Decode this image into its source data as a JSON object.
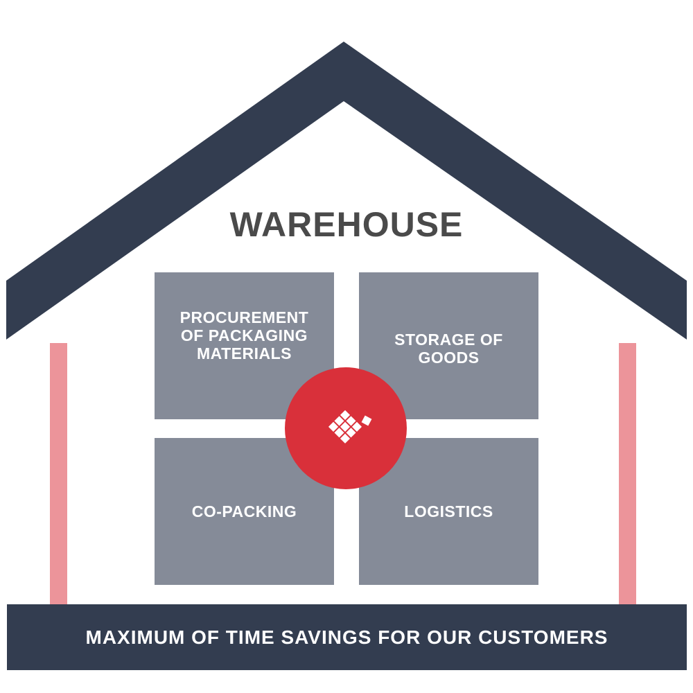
{
  "title": "WAREHOUSE",
  "tiles": {
    "procurement": "PROCUREMENT\nOF PACKAGING\nMATERIALS",
    "storage": "STORAGE OF\nGOODS",
    "copacking": "CO-PACKING",
    "logistics": "LOGISTICS"
  },
  "center_icon": "diamond-grid-logo-icon",
  "footer": "MAXIMUM OF TIME SAVINGS FOR OUR CUSTOMERS",
  "colors": {
    "roof": "#333d50",
    "title": "#4a4a4a",
    "tile": "#858b98",
    "hub": "#d9303a",
    "pillar": "#ec949a",
    "footer_bg": "#333d50"
  }
}
